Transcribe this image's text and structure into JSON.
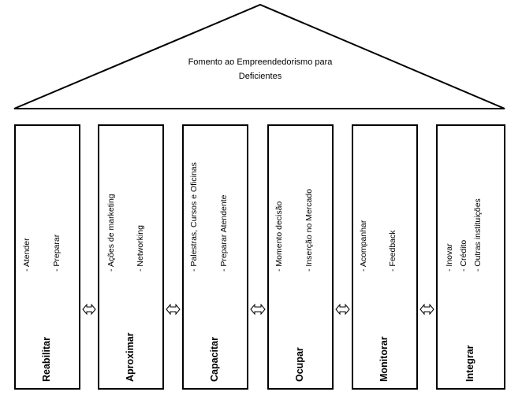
{
  "roof": {
    "title_line1": "Fomento ao Empreendedorismo para",
    "title_line2": "Deficientes"
  },
  "pillars": [
    {
      "name": "Reabilitar",
      "items": [
        "- Atender",
        "- Preparar"
      ],
      "arrow_icon": "two-way-arrow-icon"
    },
    {
      "name": "Aproximar",
      "items": [
        "- Ações de marketing",
        "- Networking"
      ],
      "arrow_icon": "two-way-arrow-icon"
    },
    {
      "name": "Capacitar",
      "items": [
        "- Palestras, Cursos e     Oficinas",
        "- Preparar Atendente"
      ],
      "arrow_icon": "two-way-arrow-icon"
    },
    {
      "name": "Ocupar",
      "items": [
        "- Momento decisão",
        "- Inserção no Mercado"
      ],
      "arrow_icon": "two-way-arrow-icon"
    },
    {
      "name": "Monitorar",
      "items": [
        "- Acompanhar",
        "- Feedback"
      ],
      "arrow_icon": "two-way-arrow-icon"
    },
    {
      "name": "Integrar",
      "items": [
        "- Inovar",
        "- Crédito",
        "- Outras instituições"
      ],
      "arrow_icon": "three-way-arrow-icon"
    }
  ],
  "connector_icon": "double-arrow-icon"
}
